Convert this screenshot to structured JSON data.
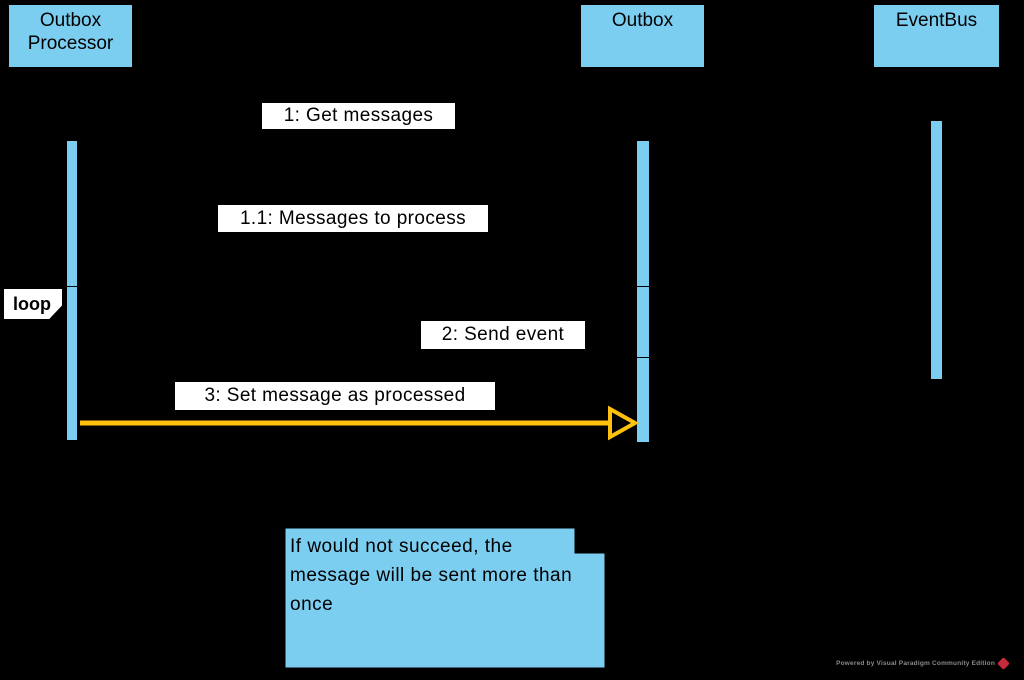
{
  "diagram": {
    "type": "uml-sequence-diagram",
    "lifelines": [
      {
        "label": "Outbox Processor"
      },
      {
        "label": "Outbox"
      },
      {
        "label": "EventBus"
      }
    ],
    "messages": [
      {
        "label": "1: Get messages",
        "from": "Outbox Processor",
        "to": "Outbox"
      },
      {
        "label": "1.1: Messages to process",
        "from": "Outbox",
        "to": "Outbox Processor"
      },
      {
        "label": "2: Send event",
        "from": "Outbox",
        "to": "EventBus"
      },
      {
        "label": "3: Set message as processed",
        "from": "Outbox Processor",
        "to": "Outbox",
        "highlighted": true
      }
    ],
    "fragment": {
      "label": "loop"
    },
    "note": {
      "text": "If would not succeed, the message will be sent more than once"
    },
    "colors": {
      "background": "#000000",
      "shape_fill": "#7CCEF1",
      "message_label_bg": "#FFFFFF",
      "text": "#000000",
      "highlight_arrow": "#FFC10E",
      "watermark_text": "#8A8A8A",
      "watermark_logo": "#C6293A"
    }
  },
  "watermark": {
    "text": "Powered by Visual Paradigm Community Edition"
  }
}
